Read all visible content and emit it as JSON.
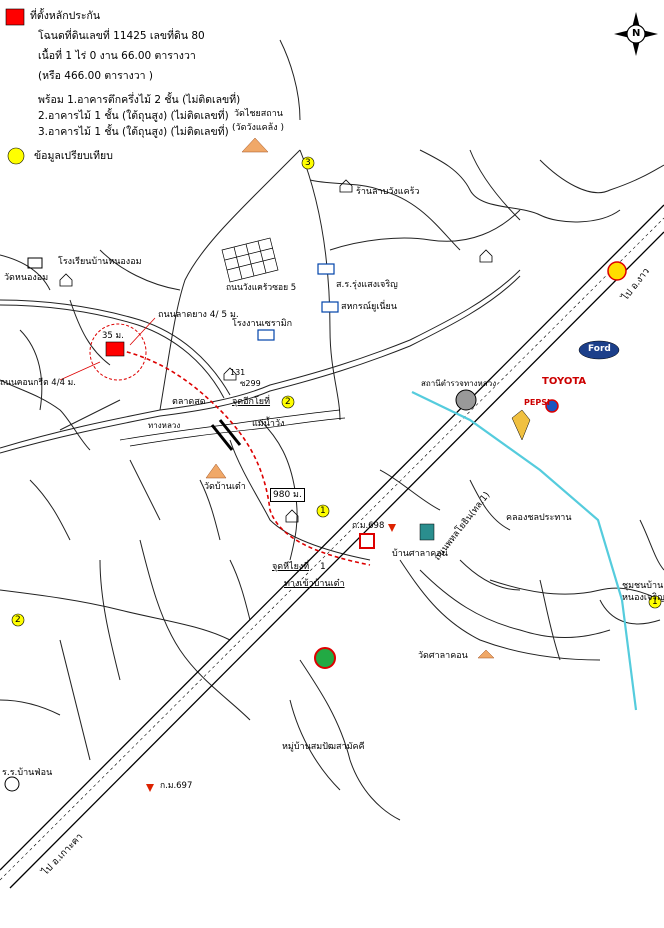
{
  "legend": {
    "subject_label": "ที่ตั้งหลักประกัน",
    "deed_line": "โฉนดที่ดินเลขที่ 11425 เลขที่ดิน 80",
    "area_line": "เนื้อที่ 1 ไร่ 0 งาน 66.00 ตารางวา",
    "area_alt_line": "(หรือ 466.00 ตารางวา )",
    "building_1": "พร้อม 1.อาคารตึกครึ่งไม้ 2 ชั้น (ไม่ติดเลขที่)",
    "building_2": "2.อาคารไม้ 1 ชั้น (ใต้ถุนสูง) (ไม่ติดเลขที่)",
    "building_3": "3.อาคารไม้ 1 ชั้น (ใต้ถุนสูง) (ไม่ติดเลขที่)",
    "comparable_label": "ข้อมูลเปรียบเทียบ",
    "subject_color": "#ff0000",
    "comparable_color": "#ffff00"
  },
  "compass": {
    "north_letter": "N"
  },
  "labels": {
    "temple_chaisathan": "วัดไชยสถาน",
    "temple_chaisathan_alt": "(วัดวังแคล้ง )",
    "shop_wang_kraeng": "ร้านลาบวังแคร้ว",
    "school_ban_nongom": "โรงเรียนบ้านหนองอม",
    "temple_nongom": "วัดหนองอม",
    "soi_5": "ถนนวังแคร้วซอย 5",
    "ortor_saengcharoen": "ส.ร.รุ่งแสงเจริญ",
    "cooperative": "สหกรณ์ยูเนี่ยน",
    "laterite_road": "ถนนลาดยาง 4/ 5 ม.",
    "factory": "โรงงานเซรามิก",
    "distance_35": "35 ม.",
    "concrete_road": "ถนนคอนกรีต 4/4 ม.",
    "road_131": "131",
    "road_299": "ซ299",
    "market": "ตลาดสด",
    "soi_left": "ทางหลวง",
    "canal_maewang": "แม่น้ำวัง",
    "spot_2": "จุดอีกโยที่",
    "spot_2_num": "2",
    "temple_bansammuen": "วัดบ้านเต๋า",
    "distance_980": "980 ม.",
    "km_698": "ก.ม.698",
    "junction_1": "จุดหีไยงที่",
    "junction_1_num": "1",
    "entrance": "ทางเข้าบ้านเต๋า",
    "ban_salakhon": "บ้านศาลาคอน",
    "main_highway": "ถนนพหลโยธิน(ทล.1)",
    "police": "สถานีตำรวจทางหลวง",
    "canal_label": "คลองชลประทาน",
    "nong_charoen": "ชุมชนบ้าน",
    "nong_charoen_2": "หนองเจริญ",
    "temple_salakhon": "วัดศาลาคอน",
    "village_sanphaen": "หมู่บ้านสมปัฒสามัคคี",
    "school_lampang": "ร.ร.บ้านฟ่อน",
    "km_697": "ก.ม.697",
    "to_lampang": "ไป อ.เกาะคา",
    "to_chaehom": "ไป อ.งาว",
    "comparable_1": "1",
    "comparable_2": "2",
    "comparable_3": "3",
    "toyota": "TOYOTA",
    "pepsi": "PEPSI",
    "ford": "Ford",
    "shell": "Shell"
  }
}
